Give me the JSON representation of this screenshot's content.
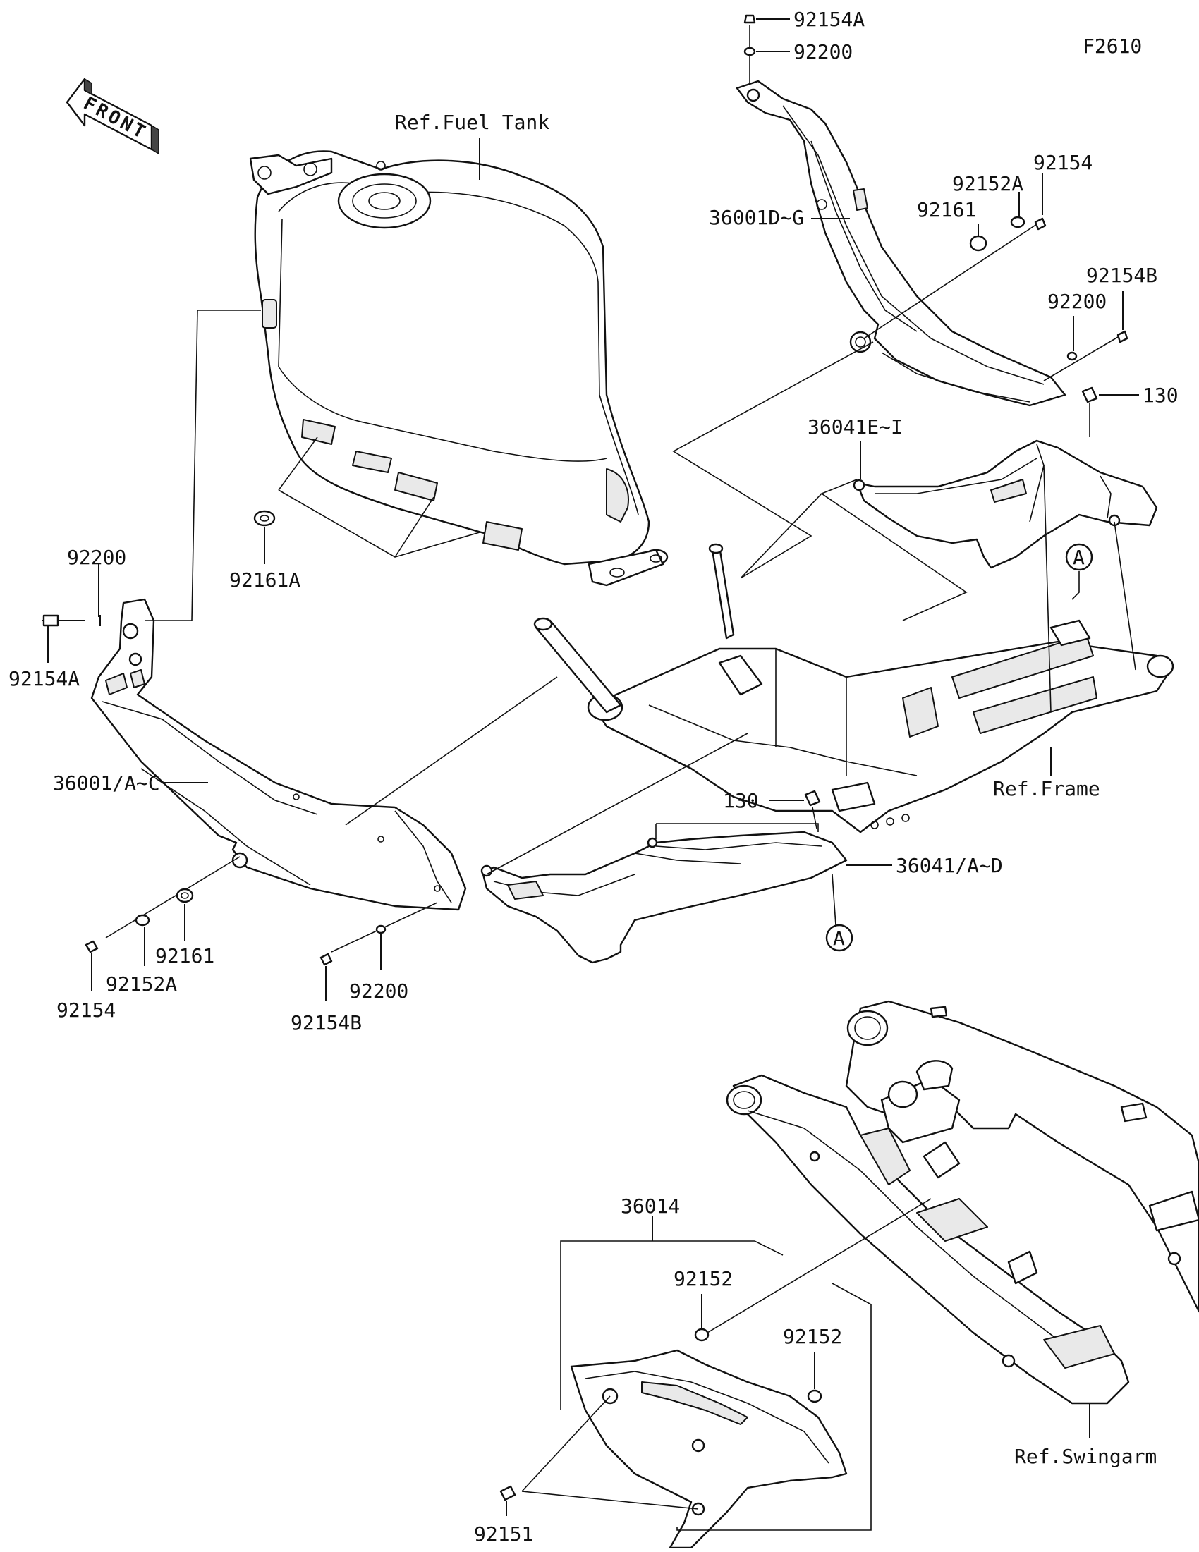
{
  "figure_code": "F2610",
  "front_label": "FRONT",
  "refs": {
    "fuel_tank": "Ref.Fuel Tank",
    "frame": "Ref.Frame",
    "swingarm": "Ref.Swingarm"
  },
  "callouts": {
    "top_cap_screw": "92154A",
    "top_washer": "92200",
    "right_cover": "36001D~G",
    "r_bolt_92154": "92154",
    "r_collar": "92152A",
    "r_grommet": "92161",
    "r_bolt_b": "92154B",
    "r_washer": "92200",
    "r_clip": "130",
    "right_lower_cover": "36041E~I",
    "circle_a_upper": "A",
    "tank_grommet": "92161A",
    "l_washer_top": "92200",
    "l_bolt_top": "92154A",
    "left_cover": "36001/A~C",
    "l_clip": "130",
    "left_lower_cover": "36041/A~D",
    "circle_a_lower": "A",
    "l_grommet": "92161",
    "l_collar": "92152A",
    "l_bolt_92154": "92154",
    "l_washer": "92200",
    "l_bolt_b": "92154B",
    "chain_cover": "36014",
    "chain_collar_1": "92152",
    "chain_collar_2": "92152",
    "chain_bolt": "92151"
  }
}
